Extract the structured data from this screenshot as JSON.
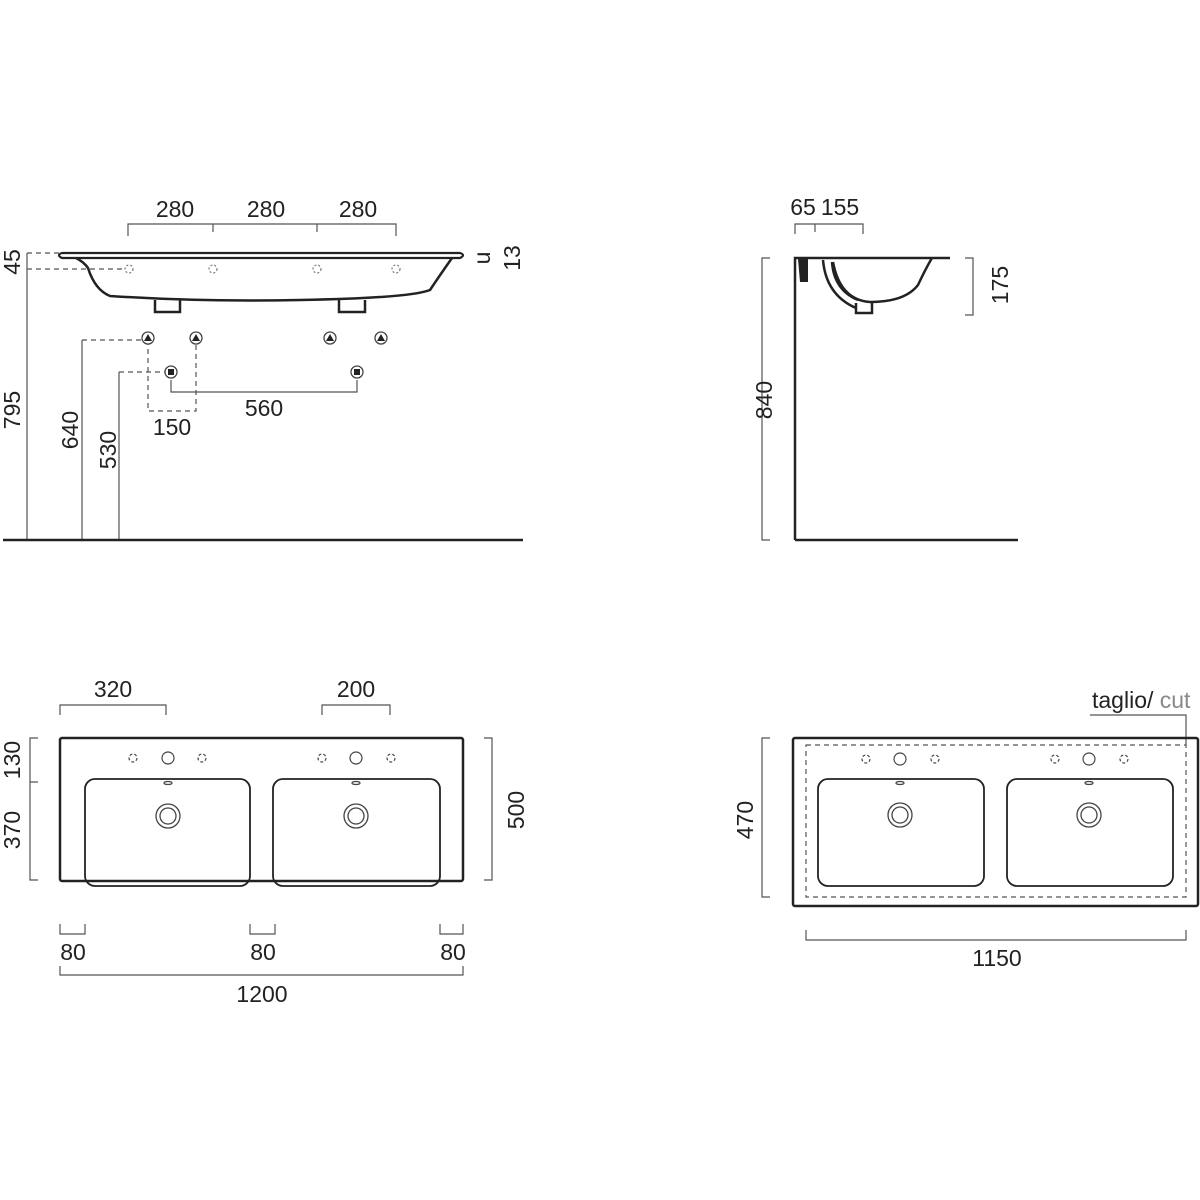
{
  "front_view": {
    "top_spacing": [
      "280",
      "280",
      "280"
    ],
    "deck_height": "45",
    "thickness_mark": "u",
    "thickness": "13",
    "total_height": "795",
    "supply_height": "640",
    "drain_height": "530",
    "supply_spacing": "150",
    "drain_spacing": "560"
  },
  "side_view": {
    "wall_offset": "65",
    "tap_offset": "155",
    "bowl_depth": "175",
    "total_height": "840"
  },
  "plan_view": {
    "tap_offset": "320",
    "tap_group_width": "200",
    "back_depth": "130",
    "bowl_depth": "370",
    "total_depth": "500",
    "edge_left": "80",
    "edge_middle": "80",
    "edge_right": "80",
    "total_width": "1200"
  },
  "cut_view": {
    "cut_label": "taglio/",
    "cut_label_en": "cut",
    "cut_depth": "470",
    "cut_width": "1150"
  }
}
